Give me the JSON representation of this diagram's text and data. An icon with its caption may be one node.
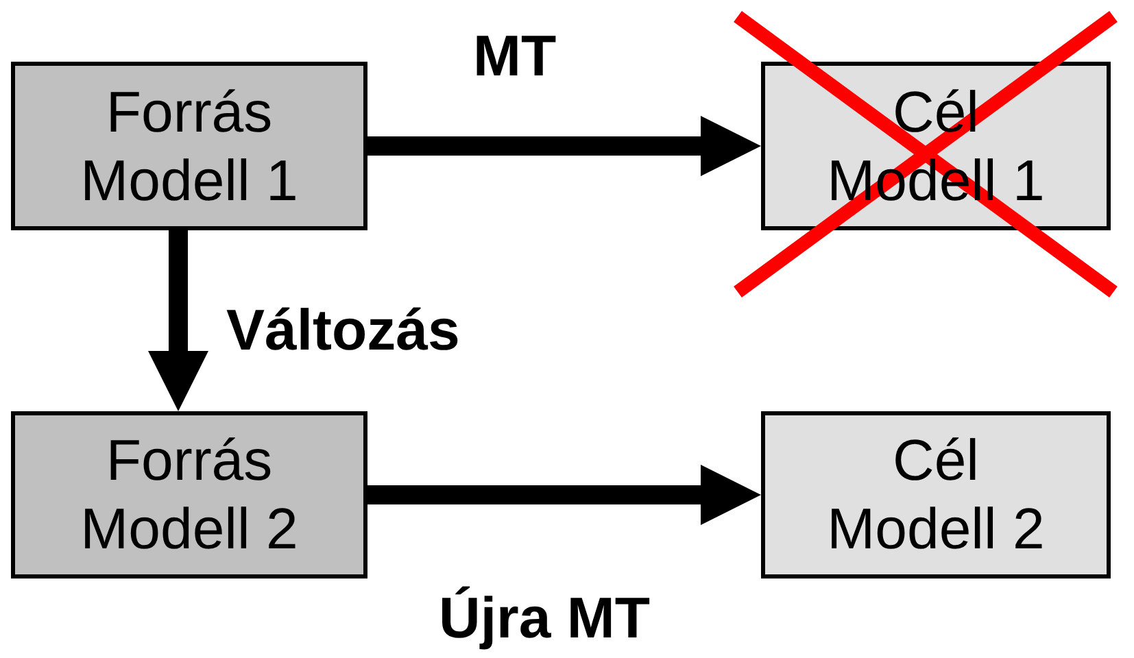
{
  "diagram": {
    "nodes": [
      {
        "text": [
          "Forrás Modell 1"
        ]
      },
      {
        "text": [
          "Cél Modell 1"
        ]
      },
      {
        "text": [
          "Forrás Modell 2"
        ]
      },
      {
        "text": [
          "Cél Modell 2"
        ]
      }
    ],
    "edges": [
      {
        "from": 0,
        "to": 1,
        "arrow": "to",
        "label": "MT"
      },
      {
        "from": 0,
        "to": 2,
        "arrow": "to",
        "label": "Változás"
      },
      {
        "from": 2,
        "to": 3,
        "arrow": "to",
        "label": "Újra MT"
      }
    ]
  }
}
